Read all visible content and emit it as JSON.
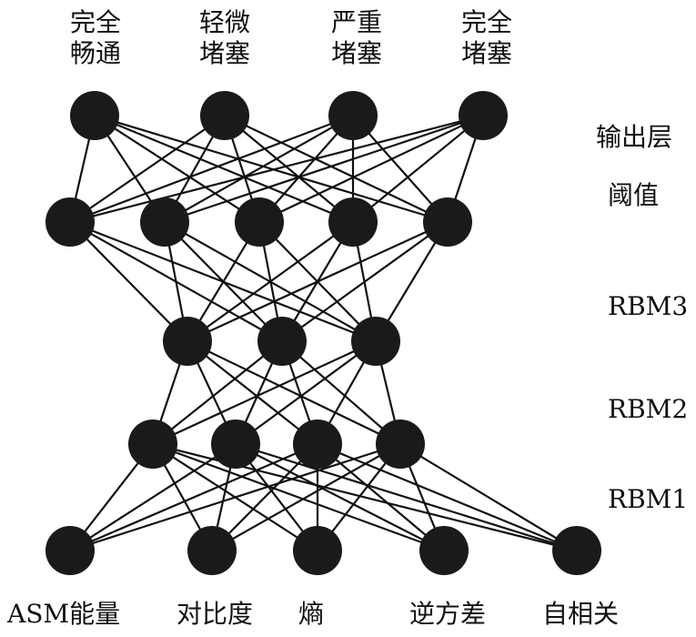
{
  "output_labels": [
    {
      "line1": "完全",
      "line2": "畅通"
    },
    {
      "line1": "轻微",
      "line2": "堵塞"
    },
    {
      "line1": "严重",
      "line2": "堵塞"
    },
    {
      "line1": "完全",
      "line2": "堵塞"
    }
  ],
  "side_labels": {
    "output_layer": "输出层",
    "threshold": "阈值",
    "rbm3": "RBM3",
    "rbm2": "RBM2",
    "rbm1": "RBM1"
  },
  "input_labels": [
    "ASM能量",
    "对比度",
    "熵",
    "逆方差",
    "自相关"
  ],
  "colors": {
    "node": "#1a1a1a",
    "edge": "#111111",
    "text": "#111111"
  }
}
